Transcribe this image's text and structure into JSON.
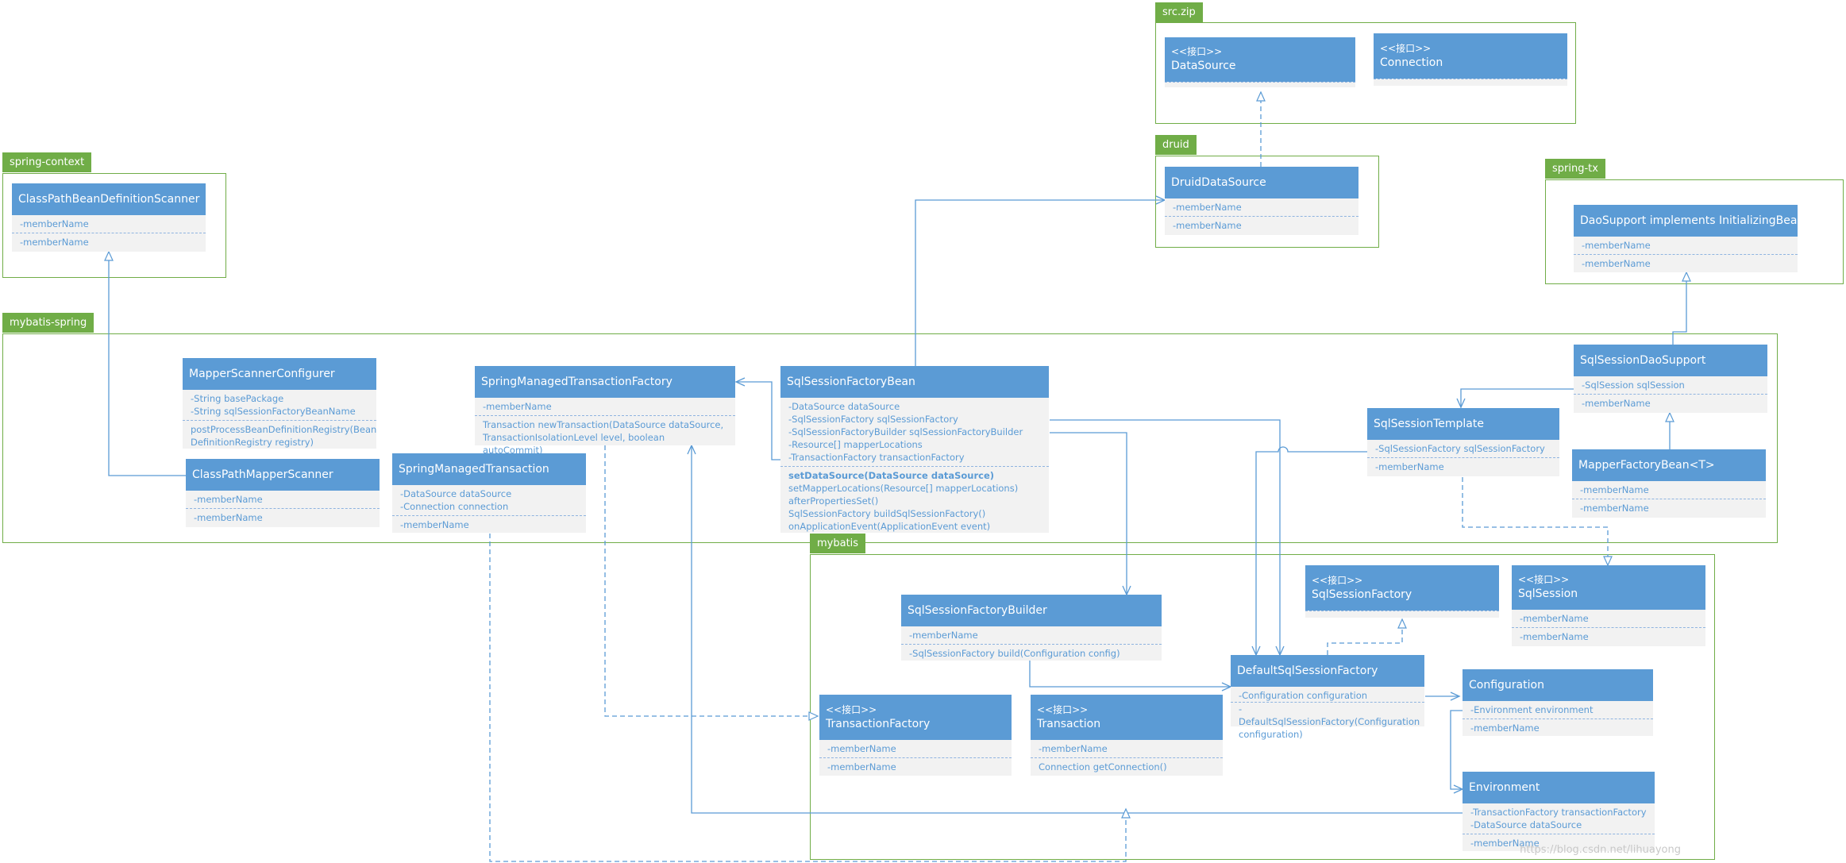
{
  "packages": {
    "src_zip": "src.zip",
    "druid": "druid",
    "spring_context": "spring-context",
    "spring_tx": "spring-tx",
    "mybatis_spring": "mybatis-spring",
    "mybatis": "mybatis"
  },
  "classes": {
    "data_source": {
      "stereotype": "<<接口>>",
      "name": "DataSource",
      "members": [],
      "methods": []
    },
    "connection": {
      "stereotype": "<<接口>>",
      "name": "Connection",
      "members": [],
      "methods": []
    },
    "druid_data_source": {
      "name": "DruidDataSource",
      "members": [
        "-memberName",
        "-memberName"
      ],
      "methods": []
    },
    "class_path_bean_definition_scanner": {
      "name": "ClassPathBeanDefinitionScanner",
      "members": [
        "-memberName",
        "-memberName"
      ],
      "methods": []
    },
    "dao_support": {
      "name": "DaoSupport implements InitializingBean",
      "members": [
        "-memberName",
        "-memberName"
      ],
      "methods": []
    },
    "mapper_scanner_configurer": {
      "name": "MapperScannerConfigurer",
      "members": [
        "-String basePackage",
        "-String sqlSessionFactoryBeanName"
      ],
      "methods": [
        "postProcessBeanDefinitionRegistry(Bean DefinitionRegistry registry)"
      ]
    },
    "class_path_mapper_scanner": {
      "name": "ClassPathMapperScanner",
      "members": [
        "-memberName",
        "-memberName"
      ],
      "methods": []
    },
    "spring_managed_transaction_factory": {
      "name": "SpringManagedTransactionFactory",
      "members": [
        "-memberName"
      ],
      "methods": [
        "Transaction newTransaction(DataSource dataSource, TransactionIsolationLevel level, boolean autoCommit)"
      ]
    },
    "spring_managed_transaction": {
      "name": "SpringManagedTransaction",
      "members": [
        "-DataSource dataSource",
        "-Connection connection"
      ],
      "methods": [
        "-memberName"
      ]
    },
    "sql_session_factory_bean": {
      "name": "SqlSessionFactoryBean",
      "members": [
        "-DataSource dataSource",
        "-SqlSessionFactory sqlSessionFactory",
        "-SqlSessionFactoryBuilder sqlSessionFactoryBuilder",
        "-Resource[] mapperLocations",
        "-TransactionFactory transactionFactory"
      ],
      "methods_bold": [
        "setDataSource(DataSource dataSource)"
      ],
      "methods": [
        "setMapperLocations(Resource[] mapperLocations)",
        "afterPropertiesSet()",
        "SqlSessionFactory buildSqlSessionFactory()",
        "onApplicationEvent(ApplicationEvent event)"
      ]
    },
    "sql_session_dao_support": {
      "name": "SqlSessionDaoSupport",
      "members": [
        "-SqlSession sqlSession"
      ],
      "methods": [
        "-memberName"
      ]
    },
    "sql_session_template": {
      "name": "SqlSessionTemplate",
      "members": [
        "-SqlSessionFactory sqlSessionFactory"
      ],
      "methods": [
        "-memberName"
      ]
    },
    "mapper_factory_bean": {
      "name": "MapperFactoryBean<T>",
      "members": [
        "-memberName"
      ],
      "methods": [
        "-memberName"
      ]
    },
    "sql_session_factory_builder": {
      "name": "SqlSessionFactoryBuilder",
      "members": [
        "-memberName"
      ],
      "methods": [
        "-SqlSessionFactory build(Configuration config)"
      ]
    },
    "sql_session_factory": {
      "stereotype": "<<接口>>",
      "name": "SqlSessionFactory",
      "members": [],
      "methods": []
    },
    "sql_session": {
      "stereotype": "<<接口>>",
      "name": "SqlSession",
      "members": [
        "-memberName"
      ],
      "methods": [
        "-memberName"
      ]
    },
    "default_sql_session_factory": {
      "name": "DefaultSqlSessionFactory",
      "members": [
        "-Configuration configuration"
      ],
      "methods": [
        "-DefaultSqlSessionFactory(Configuration configuration)"
      ]
    },
    "configuration": {
      "name": "Configuration",
      "members": [
        "-Environment environment"
      ],
      "methods": [
        "-memberName"
      ]
    },
    "transaction_factory": {
      "stereotype": "<<接口>>",
      "name": "TransactionFactory",
      "members": [
        "-memberName"
      ],
      "methods": [
        "-memberName"
      ]
    },
    "transaction": {
      "stereotype": "<<接口>>",
      "name": "Transaction",
      "members": [
        "-memberName"
      ],
      "methods": [
        "Connection getConnection()"
      ]
    },
    "environment": {
      "name": "Environment",
      "members": [
        "-TransactionFactory transactionFactory",
        "-DataSource dataSource"
      ],
      "methods": [
        "-memberName"
      ]
    }
  },
  "watermark": "https://blog.csdn.net/lihuayong",
  "colors": {
    "package": "#70ad47",
    "class_header": "#5b9bd5",
    "class_body": "#f2f2f2",
    "member_text": "#5b9bd5",
    "connector": "#5b9bd5"
  }
}
